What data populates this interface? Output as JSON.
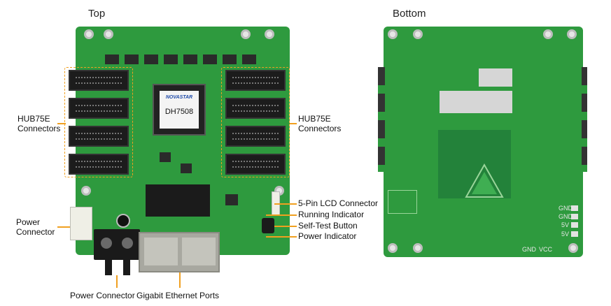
{
  "views": {
    "top": {
      "title": "Top"
    },
    "bottom": {
      "title": "Bottom"
    }
  },
  "chip": {
    "brand": "NOVASTAR",
    "model": "DH7508"
  },
  "labels": {
    "hub_left_line1": "HUB75E",
    "hub_left_line2": "Connectors",
    "hub_right_line1": "HUB75E",
    "hub_right_line2": "Connectors",
    "lcd": "5-Pin LCD Connector",
    "running": "Running Indicator",
    "selftest": "Self-Test Button",
    "power_ind": "Power Indicator",
    "power_conn_line1": "Power",
    "power_conn_line2": "Connector",
    "power_conn_bottom": "Power Connector",
    "ethernet": "Gigabit Ethernet Ports"
  },
  "bottom_silk": {
    "gnd1": "GND",
    "gnd2": "GND",
    "v1": "5V",
    "v2": "5V",
    "gnd_bottom": "GND",
    "vcc": "VCC"
  },
  "colors": {
    "pcb": "#2e9a3e",
    "pcb_dark": "#23823a",
    "callout": "#f0a020"
  }
}
